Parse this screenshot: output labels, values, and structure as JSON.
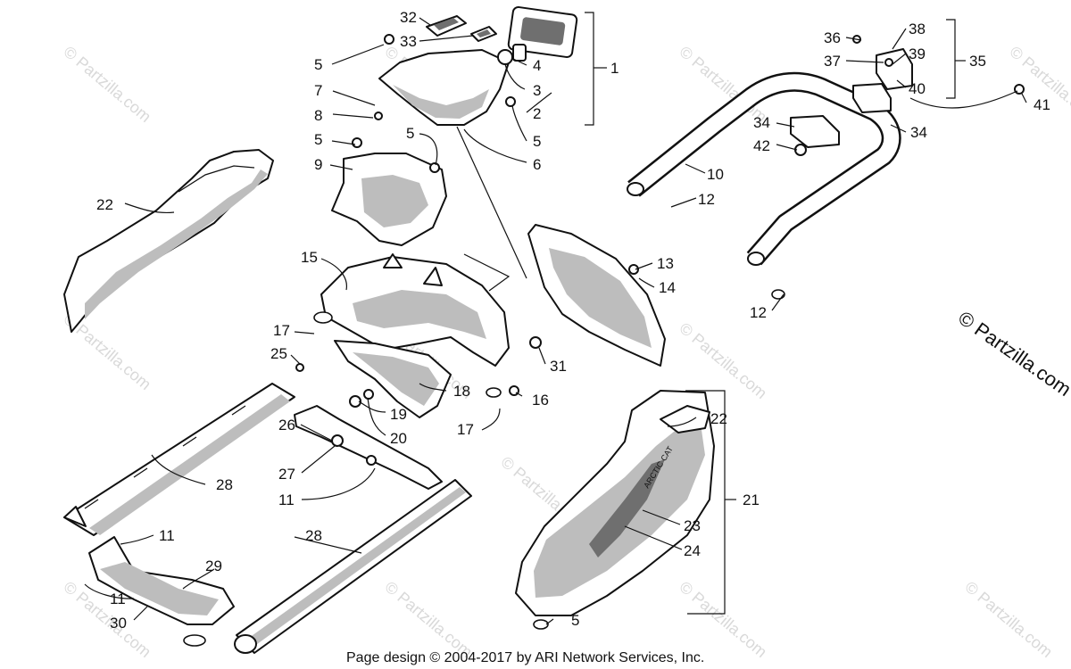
{
  "watermarks": [
    "© Partzilla.com",
    "© Partzilla.com",
    "© Partzilla.com",
    "© Partzilla.com",
    "© Partzilla.com",
    "© Partzilla.com",
    "© Partzilla.com",
    "© Partzilla.com",
    "© Partzilla.com",
    "© Partzilla.com",
    "© Partzilla.com",
    "© Partzilla.com"
  ],
  "watermark_large": "© Partzilla.com",
  "decal_text": "ARCTIC CAT",
  "footer": "Page design © 2004-2017 by ARI Network Services, Inc.",
  "callouts": {
    "c1": "1",
    "c2": "2",
    "c3": "3",
    "c4": "4",
    "c5a": "5",
    "c5b": "5",
    "c5c": "5",
    "c5d": "5",
    "c5e": "5",
    "c6": "6",
    "c7": "7",
    "c8": "8",
    "c9": "9",
    "c10": "10",
    "c11a": "11",
    "c11b": "11",
    "c11c": "11",
    "c12a": "12",
    "c12b": "12",
    "c13": "13",
    "c14": "14",
    "c15": "15",
    "c16": "16",
    "c17a": "17",
    "c17b": "17",
    "c18": "18",
    "c19": "19",
    "c20": "20",
    "c21": "21",
    "c22a": "22",
    "c22b": "22",
    "c23": "23",
    "c24": "24",
    "c25": "25",
    "c26": "26",
    "c27": "27",
    "c28a": "28",
    "c28b": "28",
    "c29": "29",
    "c30": "30",
    "c31": "31",
    "c32": "32",
    "c33": "33",
    "c34a": "34",
    "c34b": "34",
    "c35": "35",
    "c36": "36",
    "c37": "37",
    "c38": "38",
    "c39": "39",
    "c40": "40",
    "c41": "41",
    "c42": "42"
  }
}
